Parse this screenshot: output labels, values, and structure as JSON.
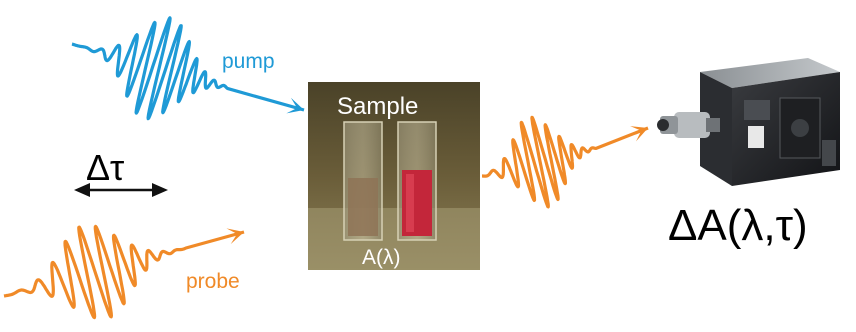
{
  "colors": {
    "pump": "#1f9ad6",
    "probe": "#f08a28",
    "arrow": "#111111",
    "sample_bg": "#6d5f3a"
  },
  "labels": {
    "pump": "pump",
    "probe": "probe",
    "delay": "Δτ",
    "sample": "Sample",
    "absorbance": "A(λ)",
    "result": "ΔA(λ,τ)"
  },
  "icons": {
    "sample_photo": "cuvettes-photo",
    "detector": "spectrometer-icon"
  }
}
